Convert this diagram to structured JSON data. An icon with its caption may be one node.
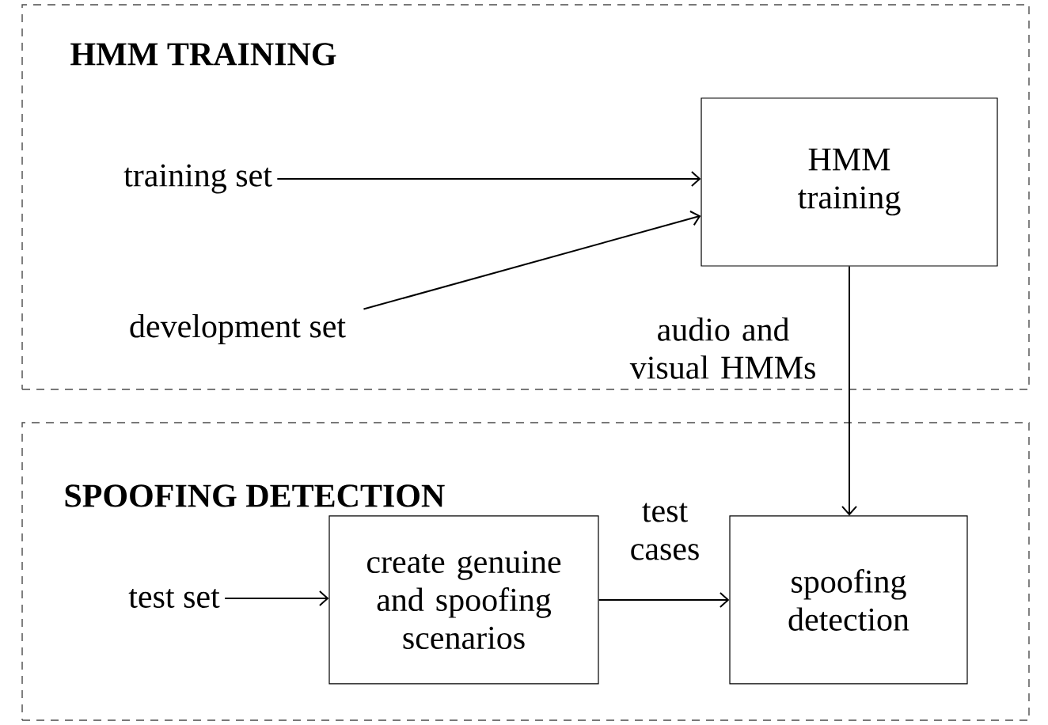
{
  "diagram": {
    "nodes": [
      {
        "text": [
          "HMM TRAINING"
        ]
      },
      {
        "text": [
          "training set"
        ],
        "in": 0
      },
      {
        "text": [
          "development set"
        ],
        "in": 0
      },
      {
        "text": [
          "HMM training"
        ],
        "in": 0
      },
      {
        "text": [
          "SPOOFING DETECTION"
        ]
      },
      {
        "text": [
          "test set"
        ],
        "in": 4
      },
      {
        "text": [
          "create genuine and spoofing scenarios"
        ],
        "in": 4
      },
      {
        "text": [
          "spoofing detection"
        ],
        "in": 4
      }
    ],
    "edges": [
      {
        "from": 1,
        "to": 3,
        "arrow": "to"
      },
      {
        "from": 2,
        "to": 3,
        "arrow": "to"
      },
      {
        "from": 3,
        "to": 7,
        "arrow": "to",
        "label": "audio and visual HMMs"
      },
      {
        "from": 5,
        "to": 6,
        "arrow": "to"
      },
      {
        "from": 6,
        "to": 7,
        "arrow": "to",
        "label": "test cases"
      }
    ]
  }
}
